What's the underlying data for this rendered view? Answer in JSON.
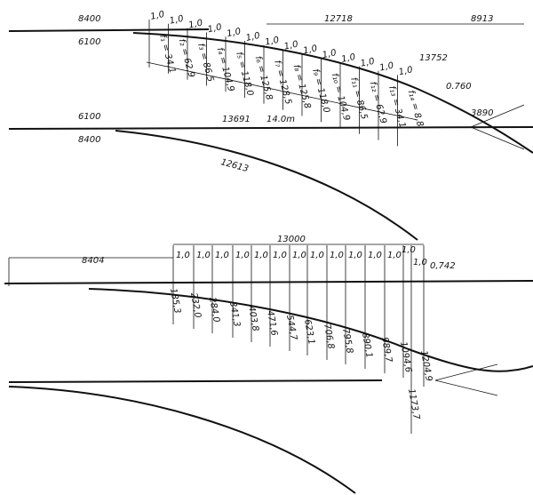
{
  "top_figure": {
    "dims": {
      "left_upper": "8400",
      "left_lower": "6100",
      "straight_length": "12718",
      "right": "8913",
      "curve_chord": "13752",
      "end_offset": "0.760",
      "base_length": "14.0m",
      "lower_left_upper": "6100",
      "lower_left_lower": "8400",
      "lower_straight": "13691",
      "lower_curve": "12613",
      "crossing": "3890"
    },
    "spacing_label": "1,0",
    "offsets": [
      "f₁ = 34,1",
      "f₂ = 62,9",
      "f₃ = 86,5",
      "f₄ = 104,9",
      "f₅ = 118,0",
      "f₆ = 125,8",
      "f₇ = 128,5",
      "f₈ = 125,8",
      "f₉ = 118,0",
      "f₁₀ = 104,9",
      "f₁₁ = 86,5",
      "f₁₂ = 62,9",
      "f₁₃ = 34,1",
      "f₁₄ = 8,8"
    ]
  },
  "bottom_figure": {
    "dims": {
      "lead": "8404",
      "total": "13000",
      "end_offset": "0,742"
    },
    "spacing_label": "1,0",
    "ordinates": [
      "185,3",
      "232,0",
      "284,0",
      "341,3",
      "403,8",
      "471,6",
      "544,7",
      "623,1",
      "706,8",
      "795,8",
      "890,1",
      "989,7",
      "1094,6",
      "1173,7",
      "1204,9"
    ]
  }
}
